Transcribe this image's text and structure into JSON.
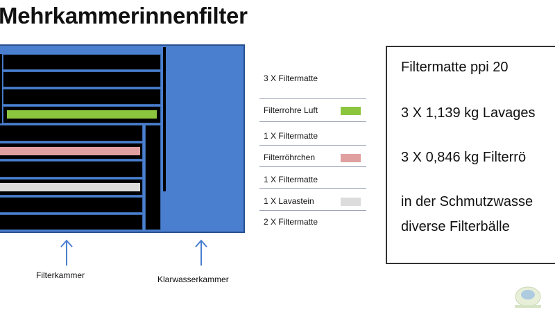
{
  "title": "Mehrkammerinnenfilter",
  "legend": [
    {
      "label": "3 X Filtermatte",
      "swatch": null
    },
    {
      "label": "Filterrohre Luft",
      "swatch": "#8cc63f"
    },
    {
      "label": "1 X Filtermatte",
      "swatch": null
    },
    {
      "label": "Filterröhrchen",
      "swatch": "#e0a0a0"
    },
    {
      "label": "1 X Filtermatte",
      "swatch": null
    },
    {
      "label": "1 X Lavastein",
      "swatch": "#dcdcdc"
    },
    {
      "label": "2 X Filtermatte",
      "swatch": null
    }
  ],
  "arrows": {
    "filter_chamber": "Filterkammer",
    "clear_water_chamber": "Klarwasserkammer"
  },
  "info": {
    "line1": "Filtermatte ppi 20",
    "line2": "3 X 1,139 kg Lavages",
    "line3": "3 X 0,846 kg Filterrö",
    "line4": "in der Schmutzwasse",
    "line5": "diverse Filterbälle"
  },
  "colors": {
    "tank_blue": "#4a7fcf",
    "filter_mat": "#000000",
    "air_tube": "#8cc63f",
    "ceramic_tube": "#e0a0a0",
    "lava_stone": "#dcdcdc"
  }
}
